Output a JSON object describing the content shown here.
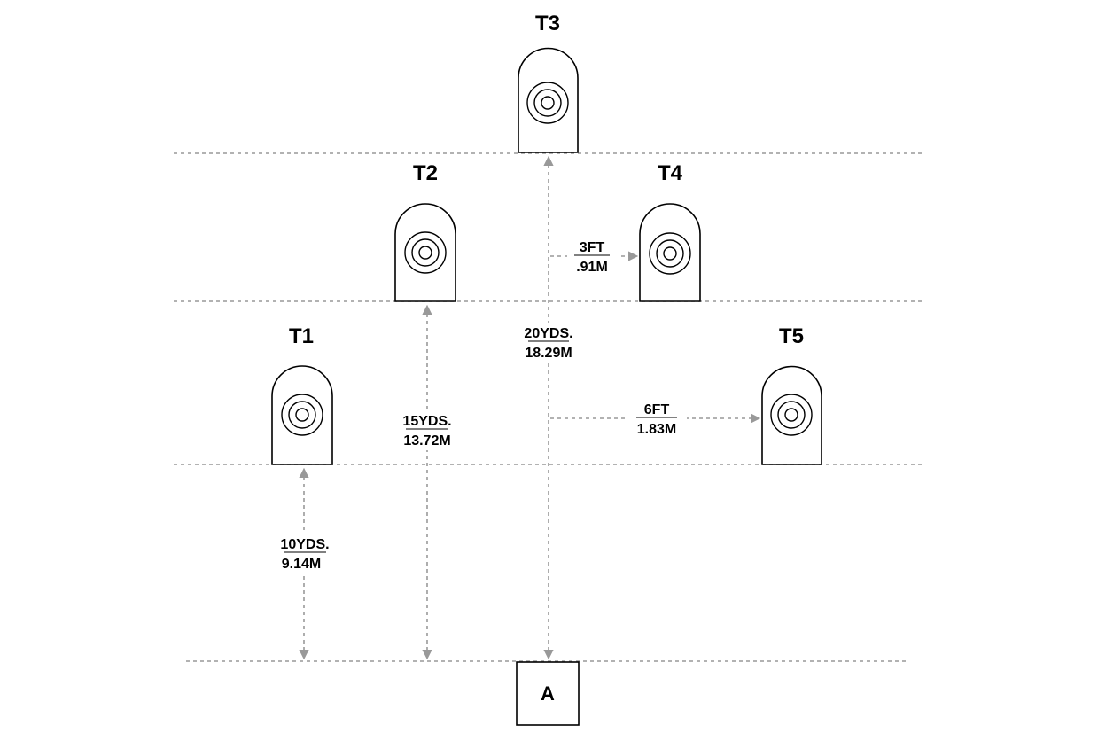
{
  "targets": [
    {
      "id": "t1",
      "label": "T1"
    },
    {
      "id": "t2",
      "label": "T2"
    },
    {
      "id": "t3",
      "label": "T3"
    },
    {
      "id": "t4",
      "label": "T4"
    },
    {
      "id": "t5",
      "label": "T5"
    }
  ],
  "position": {
    "label": "A"
  },
  "measurements": {
    "dist_10": {
      "top": "10YDS.",
      "bottom": "9.14M"
    },
    "dist_15": {
      "top": "15YDS.",
      "bottom": "13.72M"
    },
    "dist_20": {
      "top": "20YDS.",
      "bottom": "18.29M"
    },
    "gap_3ft": {
      "top": "3FT",
      "bottom": ".91M"
    },
    "gap_6ft": {
      "top": "6FT",
      "bottom": "1.83M"
    }
  },
  "colors": {
    "dashed_line": "#999999",
    "outline": "#000000"
  }
}
